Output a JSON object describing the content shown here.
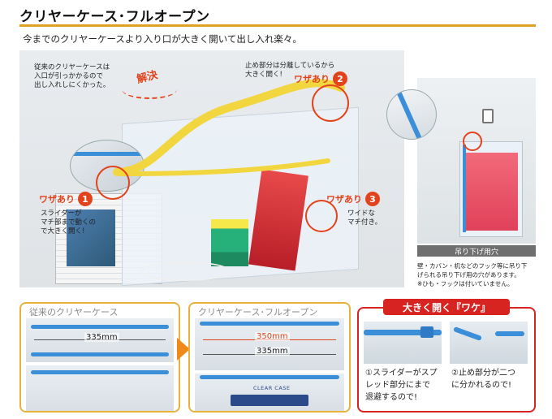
{
  "header": {
    "title": "クリヤーケース･フルオープン",
    "subtitle": "今までのクリヤーケースより入り口が大きく開いて出し入れ楽々。"
  },
  "main": {
    "conventional_note": [
      "従来のクリヤーケースは",
      "入口が引っかかるので",
      "出し入れしにくかった。"
    ],
    "solution_label": "解決",
    "feature_label": "ワザあり",
    "feature1": {
      "number": "1",
      "text": [
        "スライダーが",
        "マチ部まで動くの",
        "で大きく開く!"
      ]
    },
    "feature2": {
      "number": "2",
      "text": [
        "止め部分は分離しているから",
        "大きく開く!"
      ]
    },
    "feature3": {
      "number": "3",
      "text": [
        "ワイドな",
        "マチ付き。"
      ]
    }
  },
  "side": {
    "caption": "吊り下げ用穴",
    "desc": [
      "壁・カバン・机などのフック等に吊り下",
      "げられる吊り下げ用の穴があります。",
      "※ひも・フックは付いていません。"
    ]
  },
  "compare": {
    "old_label": "従来のクリヤーケース",
    "old_width": "335mm",
    "new_label": "クリヤーケース･フルオープン",
    "new_open_width": "350mm",
    "new_width": "335mm",
    "package_text": "CLEAR CASE"
  },
  "reason": {
    "tag": "大きく開く『ワケ』",
    "item1": [
      "①スライダーがスプ",
      "レッド部分にまで",
      "退避するので!"
    ],
    "item2": [
      "②止め部分が二つ",
      "に分かれるので!"
    ]
  },
  "colors": {
    "accent_orange": "#e9b23a",
    "red": "#d82420",
    "zip_blue": "#3a8fd8",
    "zip_yellow": "#f2d640"
  }
}
